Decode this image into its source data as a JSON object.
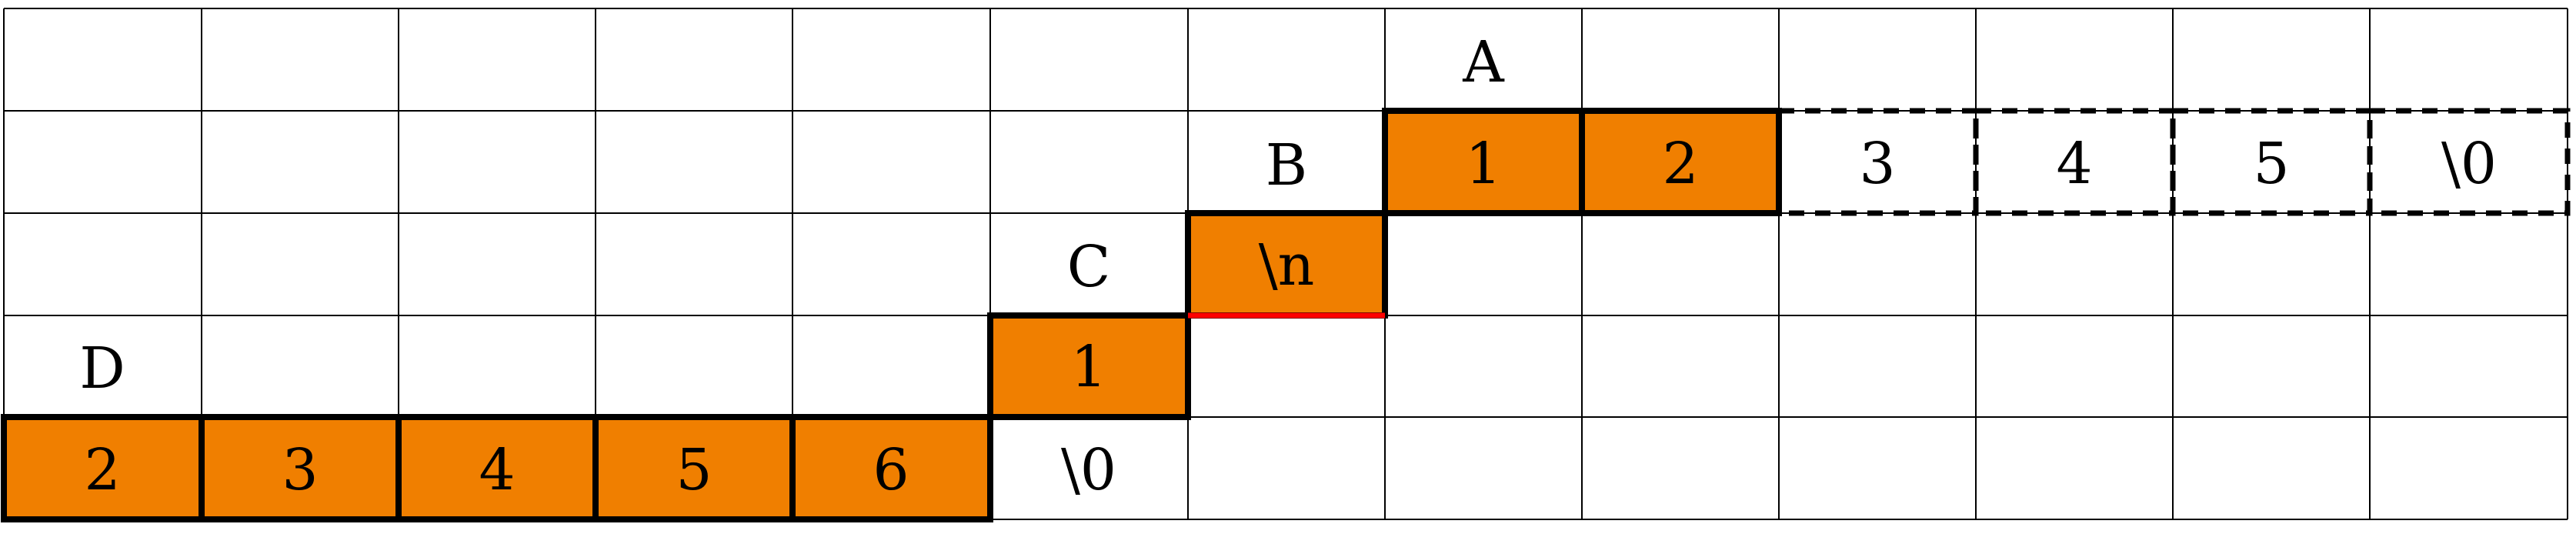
{
  "labels": {
    "a": "A",
    "b": "B",
    "c": "C",
    "d": "D"
  },
  "cells": {
    "a1": "1",
    "a2": "2",
    "a3": "3",
    "a4": "4",
    "a5": "5",
    "a6": "\\0",
    "b1": "\\n",
    "c1": "1",
    "d1": "2",
    "d2": "3",
    "d3": "4",
    "d4": "5",
    "d5": "6",
    "d6": "\\0"
  },
  "colors": {
    "fill": "#F07F00",
    "grid": "#000000",
    "emphasis": "#FF0000"
  }
}
